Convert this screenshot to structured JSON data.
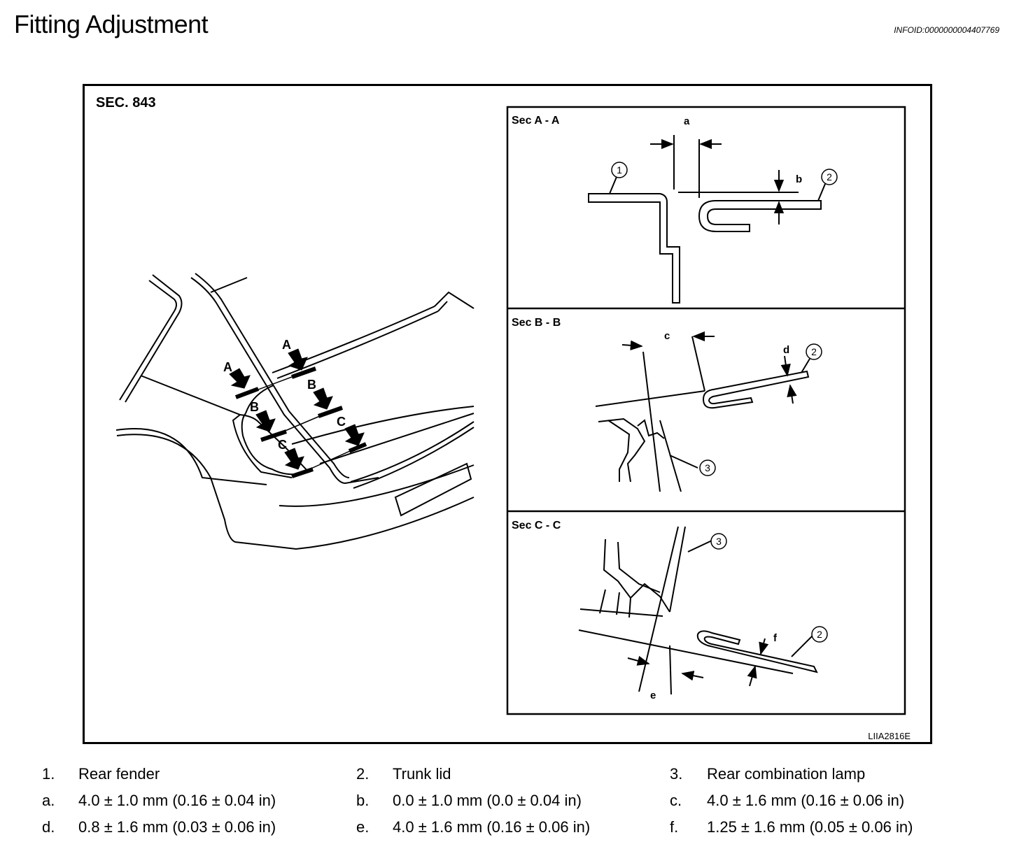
{
  "header": {
    "title": "Fitting Adjustment",
    "info_id": "INFOID:0000000004407769"
  },
  "figure": {
    "section_label": "SEC. 843",
    "figure_code": "LIIA2816E",
    "view_arrows": [
      "A",
      "A",
      "B",
      "B",
      "C",
      "C"
    ],
    "panels": {
      "a": {
        "title": "Sec A - A",
        "dims": [
          "a",
          "b"
        ],
        "callouts": [
          "1",
          "2"
        ]
      },
      "b": {
        "title": "Sec B - B",
        "dims": [
          "c",
          "d"
        ],
        "callouts": [
          "2",
          "3"
        ]
      },
      "c": {
        "title": "Sec C - C",
        "dims": [
          "e",
          "f"
        ],
        "callouts": [
          "3",
          "2"
        ]
      }
    }
  },
  "legend": {
    "rows": [
      [
        {
          "key": "1.",
          "text": "Rear fender"
        },
        {
          "key": "2.",
          "text": "Trunk lid"
        },
        {
          "key": "3.",
          "text": "Rear combination lamp"
        }
      ],
      [
        {
          "key": "a.",
          "text": "4.0 ± 1.0 mm (0.16 ± 0.04 in)"
        },
        {
          "key": "b.",
          "text": "0.0 ± 1.0 mm (0.0 ± 0.04 in)"
        },
        {
          "key": "c.",
          "text": "4.0 ± 1.6 mm (0.16 ± 0.06 in)"
        }
      ],
      [
        {
          "key": "d.",
          "text": "0.8 ± 1.6 mm (0.03 ± 0.06 in)"
        },
        {
          "key": "e.",
          "text": "4.0 ± 1.6 mm (0.16 ± 0.06 in)"
        },
        {
          "key": "f.",
          "text": "1.25 ± 1.6 mm (0.05 ± 0.06 in)"
        }
      ]
    ]
  }
}
